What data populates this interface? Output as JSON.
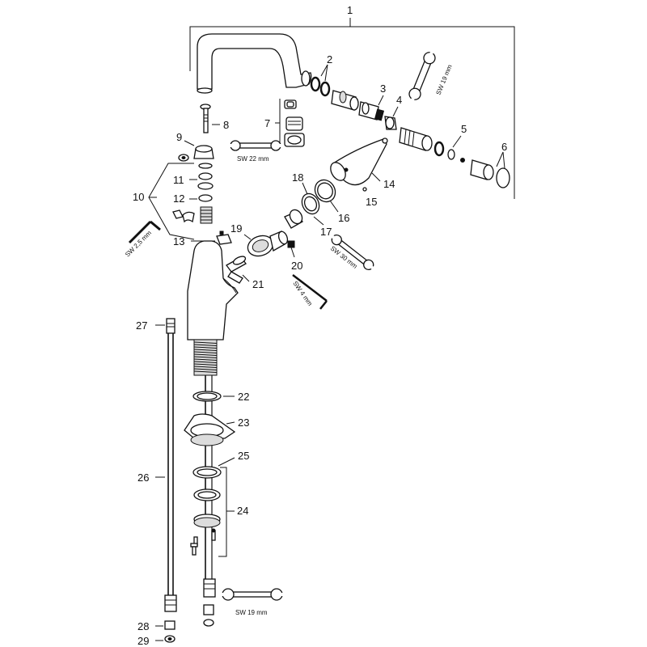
{
  "callouts": {
    "c1": "1",
    "c2": "2",
    "c3": "3",
    "c4": "4",
    "c5": "5",
    "c6": "6",
    "c7": "7",
    "c8": "8",
    "c9": "9",
    "c10": "10",
    "c11": "11",
    "c12": "12",
    "c13": "13",
    "c14": "14",
    "c15": "15",
    "c16": "16",
    "c17": "17",
    "c18": "18",
    "c19": "19",
    "c20": "20",
    "c21": "21",
    "c22": "22",
    "c23": "23",
    "c24": "24",
    "c25": "25",
    "c26": "26",
    "c27": "27",
    "c28": "28",
    "c29": "29"
  },
  "tools": {
    "sw19_top": "SW 19 mm",
    "sw22": "SW 22 mm",
    "sw25": "SW 2,5 mm",
    "sw30": "SW 30 mm",
    "sw4": "SW 4 mm",
    "sw19_bottom": "SW 19 mm"
  }
}
